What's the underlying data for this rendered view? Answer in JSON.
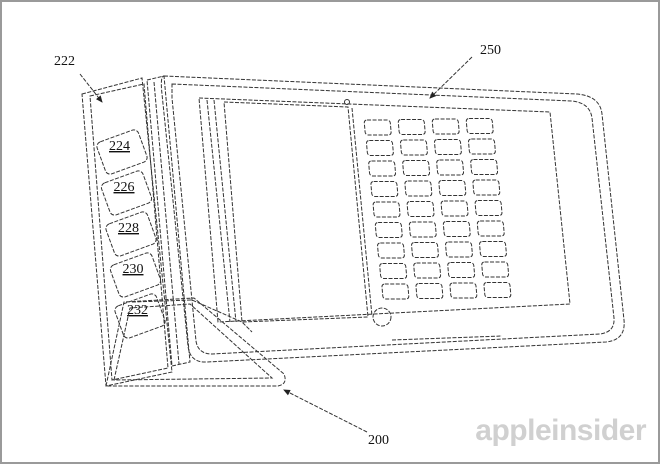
{
  "figure": {
    "references": {
      "cover_assembly": "222",
      "tablet": "250",
      "stand": "200"
    },
    "panels": [
      "224",
      "226",
      "228",
      "230",
      "232"
    ],
    "keyboard": {
      "rows": 9,
      "cols": 4
    }
  },
  "watermark": "appleinsider"
}
